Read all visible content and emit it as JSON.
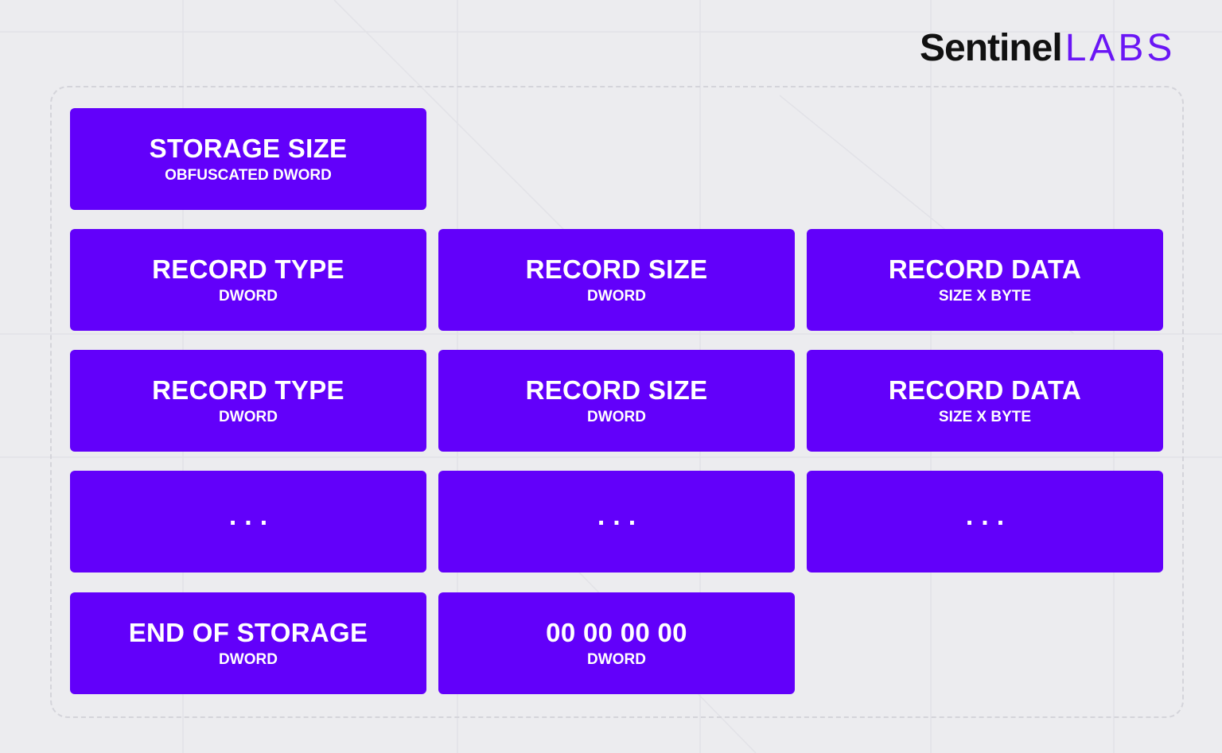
{
  "logo": {
    "wordmark_dark": "Sentinel",
    "wordmark_accent": "LABS",
    "accent_color": "#6a16f5"
  },
  "colors": {
    "box_fill": "#6200fa",
    "text": "#ffffff",
    "background": "#ececef"
  },
  "rows": [
    {
      "cells": [
        {
          "title": "STORAGE SIZE",
          "sub": "OBFUSCATED DWORD"
        }
      ]
    },
    {
      "cells": [
        {
          "title": "RECORD TYPE",
          "sub": "DWORD"
        },
        {
          "title": "RECORD SIZE",
          "sub": "DWORD"
        },
        {
          "title": "RECORD DATA",
          "sub": "SIZE X BYTE"
        }
      ]
    },
    {
      "cells": [
        {
          "title": "RECORD TYPE",
          "sub": "DWORD"
        },
        {
          "title": "RECORD SIZE",
          "sub": "DWORD"
        },
        {
          "title": "RECORD DATA",
          "sub": "SIZE X BYTE"
        }
      ]
    },
    {
      "cells": [
        {
          "dots": "..."
        },
        {
          "dots": "..."
        },
        {
          "dots": "..."
        }
      ]
    },
    {
      "cells": [
        {
          "title": "END OF STORAGE",
          "sub": "DWORD"
        },
        {
          "title": "00 00 00 00",
          "sub": "DWORD"
        }
      ]
    }
  ]
}
